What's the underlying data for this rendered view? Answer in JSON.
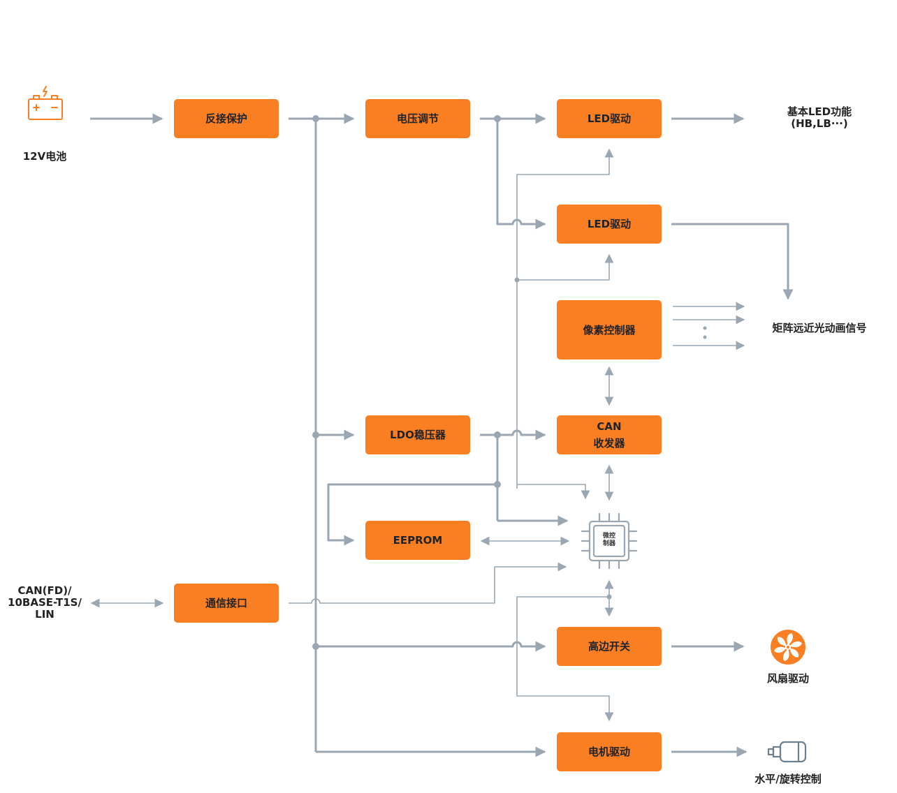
{
  "colors": {
    "accent": "#F97F22",
    "wire": "#9AA7B2",
    "text": "#222222"
  },
  "blocks": {
    "reverse_protection": "反接保护",
    "voltage_regulation": "电压调节",
    "led_driver_1": "LED驱动",
    "led_driver_2": "LED驱动",
    "pixel_controller": "像素控制器",
    "can_transceiver": "CAN\n收发器",
    "ldo_regulator": "LDO稳压器",
    "eeprom": "EEPROM",
    "comm_interface": "通信接口",
    "high_side_switch": "高边开关",
    "motor_driver": "电机驱动",
    "microcontroller": "微控\n制器"
  },
  "labels": {
    "battery": "12V电池",
    "basic_led": "基本LED功能\n(HB,LB···)",
    "matrix_signals": "矩阵远近光动画信号",
    "bus_interface": "CAN(FD)/\n10BASE-T1S/\nLIN",
    "fan": "风扇驱动",
    "motor": "水平/旋转控制"
  },
  "icons": [
    "battery-icon",
    "chip-icon",
    "fan-icon",
    "motor-icon"
  ]
}
